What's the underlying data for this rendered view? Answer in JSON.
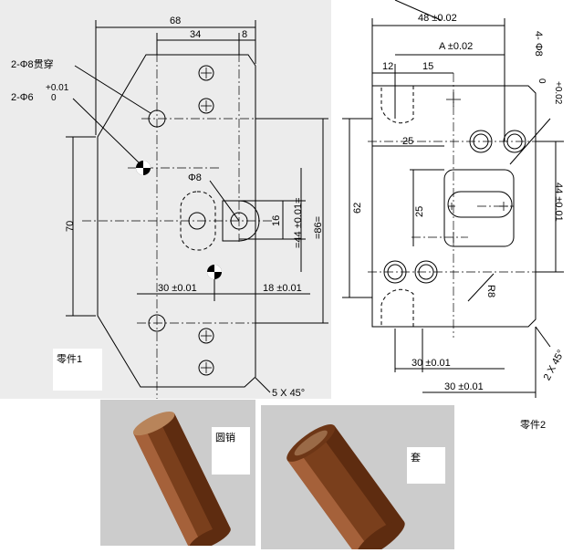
{
  "part1": {
    "label": "零件1",
    "dims": {
      "top_width": "68",
      "top_inner": "34",
      "top_small": "8",
      "hole8_note": "2-Φ8贯穿",
      "hole6_note": "2-Φ6",
      "tol_upper": "+0.01",
      "tol_lower": "0",
      "slot_dia": "Φ8",
      "slot_width": "16",
      "center_pitch": "=44 ±0.01=",
      "overall_height": "=86=",
      "left_height": "70",
      "h_pitch": "30 ±0.01",
      "right_offset": "18 ±0.01",
      "chamfer": "5 X 45°"
    }
  },
  "part2": {
    "label": "零件2",
    "dims": {
      "top_width": "48 ±0.02",
      "datum": "A ±0.02",
      "left_small": "12",
      "left_gap": "15",
      "hole_note": "4- Φ8",
      "hole_tol_upper": "+0.02",
      "hole_tol_lower": "0",
      "upper_offset": "25",
      "slot_height": "25",
      "overall_height": "62",
      "right_pitch": "44 ±0.01",
      "radius": "R8",
      "chamfer": "2 X 45°",
      "bottom_pitch_1": "30 ±0.01",
      "bottom_pitch_2": "30 ±0.01"
    }
  },
  "pin": {
    "label": "圆销"
  },
  "sleeve": {
    "label": "套"
  }
}
